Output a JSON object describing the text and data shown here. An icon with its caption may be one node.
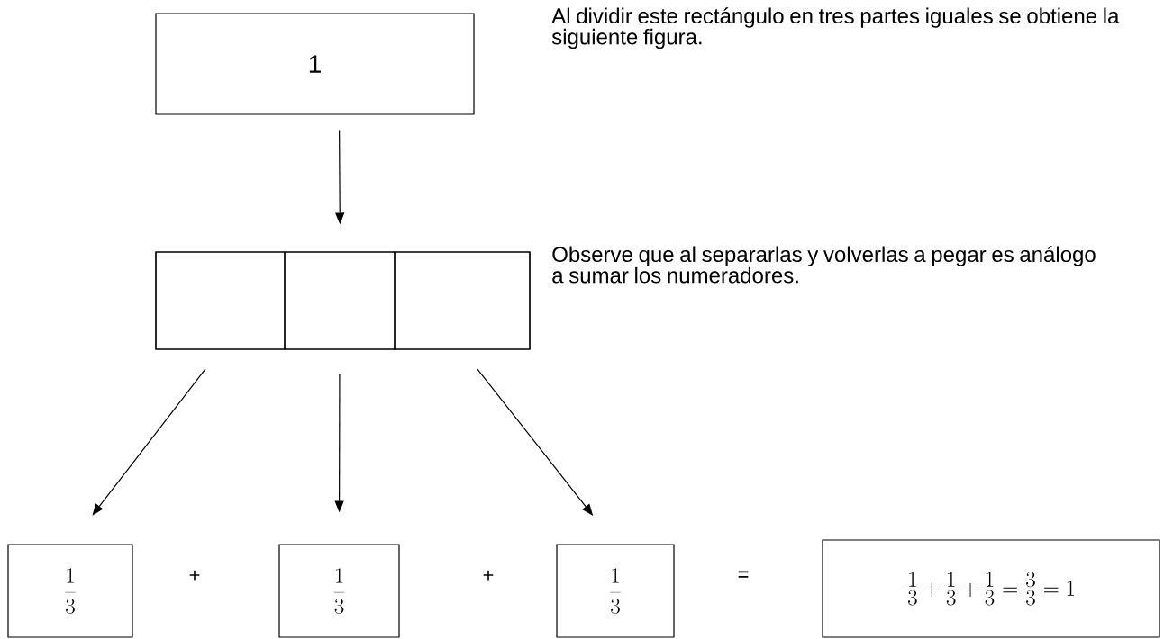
{
  "diagram": {
    "nodes": [
      {
        "text": [
          "1"
        ]
      },
      {
        "text": [],
        "shape": "box"
      },
      {
        "text": [],
        "shape": "box",
        "in": 1
      },
      {
        "text": [],
        "shape": "box",
        "in": 1
      },
      {
        "text": [],
        "shape": "box",
        "in": 1
      },
      {
        "text": [
          "\\frac{1}{3}"
        ]
      },
      {
        "text": [
          "\\frac{1}{3}"
        ]
      },
      {
        "text": [
          "\\frac{1}{3}"
        ]
      },
      {
        "text": [
          "\\frac{1}{3}+\\frac{1}{3}+\\frac{1}{3}=\\frac{3}{3}= 1"
        ]
      }
    ],
    "edges": [
      {
        "from": 0,
        "to": 1,
        "arrow": "to"
      },
      {
        "from": 2,
        "to": 5,
        "arrow": "to"
      },
      {
        "from": 3,
        "to": 6,
        "arrow": "to"
      },
      {
        "from": 4,
        "to": 7,
        "arrow": "to"
      }
    ],
    "labels": [
      "Al dividir este rectángulo en tres partes iguales se obtiene la siguiente figura.",
      "Observe que al separarlas y volverlas a pegar es análogo a sumar los numeradores.",
      "+",
      "+",
      "="
    ]
  }
}
